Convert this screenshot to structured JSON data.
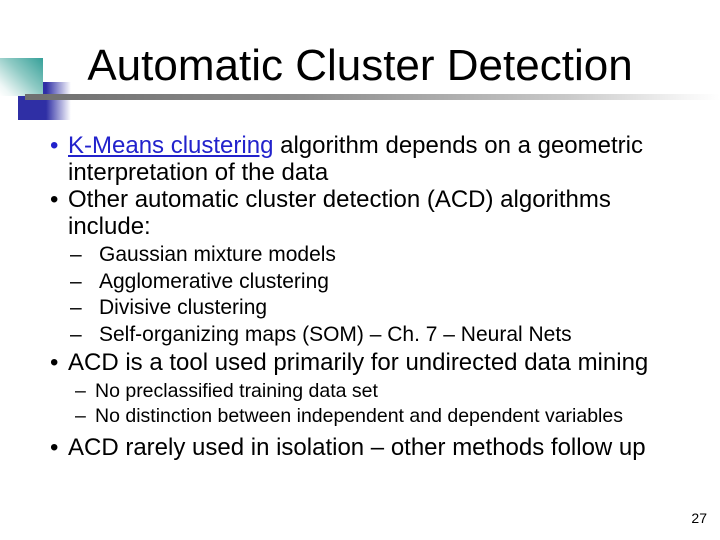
{
  "colors": {
    "link": "#2222CC",
    "teal-accent": "#35A099",
    "blue-accent": "#2F2FA5",
    "rule-gray": "#8C8C8C",
    "text": "#000000",
    "background": "#FFFFFF"
  },
  "title": "Automatic Cluster Detection",
  "markers": {
    "bullet": "•",
    "dash": "–"
  },
  "bullets": {
    "b1_link": "K-Means clustering",
    "b1_rest": " algorithm depends on a geometric interpretation of the data",
    "b2": "Other automatic cluster detection (ACD) algorithms include:",
    "sub1": [
      "Gaussian mixture models",
      "Agglomerative clustering",
      "Divisive clustering",
      "Self-organizing maps (SOM) – Ch. 7 – Neural Nets"
    ],
    "b3": "ACD is a tool used primarily for undirected data mining",
    "sub2": [
      "No preclassified training data set",
      "No distinction between independent and dependent variables"
    ],
    "b4": "ACD rarely used in isolation – other methods follow up"
  },
  "page_number": "27"
}
